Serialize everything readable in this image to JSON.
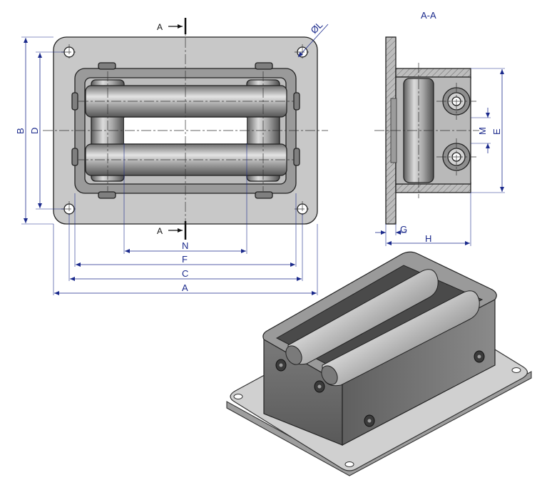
{
  "section_view": {
    "title": "A-A"
  },
  "section_markers": {
    "top": "A",
    "bottom": "A"
  },
  "dimensions": {
    "A": "A",
    "B": "B",
    "C": "C",
    "D": "D",
    "E": "E",
    "F": "F",
    "G": "G",
    "H": "H",
    "M": "M",
    "N": "N",
    "L": "ØL"
  },
  "colors": {
    "dimension": "#1b2a8c",
    "plate": "#c8c8c8",
    "housing": "#8c8c8c",
    "roller": "#b4b4b4"
  }
}
